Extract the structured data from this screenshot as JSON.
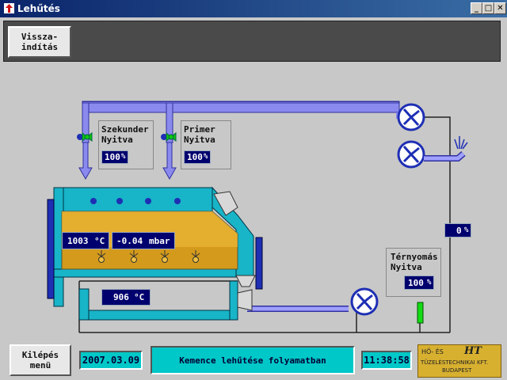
{
  "window": {
    "title": "Lehűtés",
    "btn_min": "_",
    "btn_max": "□",
    "btn_close": "✕"
  },
  "toolbar": {
    "restart_label": "Vissza-\nindítás"
  },
  "secondary_valve": {
    "label": "Szekunder\nNyitva",
    "value": "100",
    "unit": "%"
  },
  "primary_valve": {
    "label": "Primer\nNyitva",
    "value": "100",
    "unit": "%"
  },
  "furnace": {
    "temperature": "1003",
    "temperature_unit": "°C",
    "pressure": "-0.04",
    "pressure_unit": "mbar",
    "outlet_temperature": "906",
    "outlet_temperature_unit": "°C"
  },
  "damper": {
    "value": "0",
    "unit": "%"
  },
  "chamber_pressure": {
    "label": "Térnyomás\nNyitva",
    "value": "100",
    "unit": "%"
  },
  "footer": {
    "exit_label": "Kilépés\nmenü",
    "date": "2007.03.09",
    "status": "Kemence lehűtése folyamatban",
    "time": "11:38:58",
    "company_line1": "HŐ- ÉS",
    "company_logo": "HT",
    "company_line2": "TÜZELÉSTECHNIKAI KFT.",
    "company_line3": "BUDAPEST"
  },
  "colors": {
    "pipe": "#6b6bdc",
    "wall": "#18b4c8",
    "display": "#00006e",
    "fan": "#1e2fb4",
    "burner_fill": "#d49a1c",
    "valve": "#0fc80f",
    "indicator": "#14dc14"
  }
}
